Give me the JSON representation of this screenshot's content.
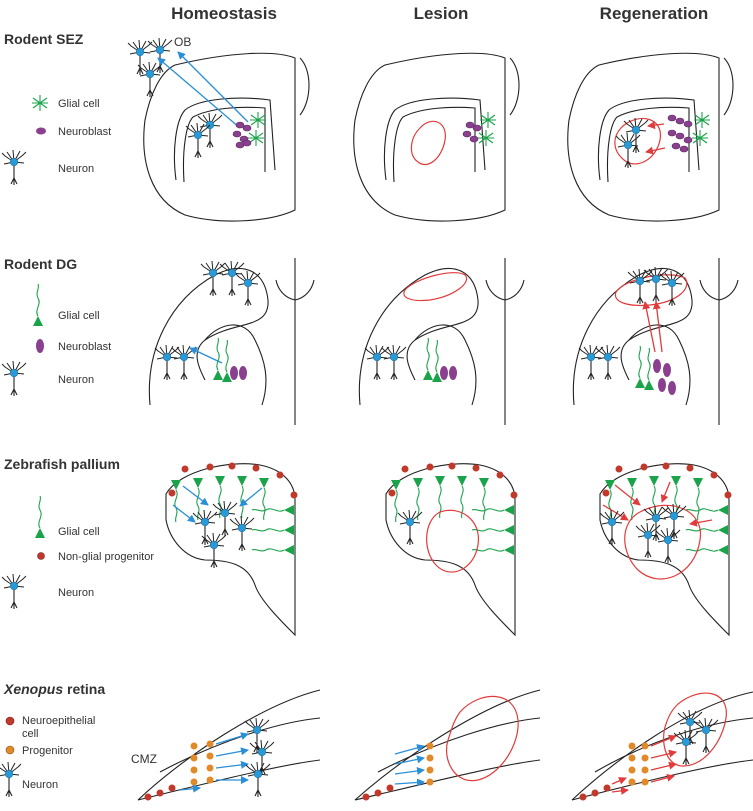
{
  "columns": [
    "Homeostasis",
    "Lesion",
    "Regeneration"
  ],
  "rows": [
    {
      "title": "Rodent SEZ",
      "legend": [
        "Glial cell",
        "Neuroblast",
        "Neuron"
      ],
      "annotation": "OB"
    },
    {
      "title": "Rodent DG",
      "legend": [
        "Glial cell",
        "Neuroblast",
        "Neuron"
      ]
    },
    {
      "title": "Zebrafish pallium",
      "legend": [
        "Glial cell",
        "Non-glial progenitor",
        "Neuron"
      ]
    },
    {
      "title_italic": "Xenopus",
      "title_rest": " retina",
      "legend": [
        "Neuroepithelial",
        "cell",
        "Progenitor",
        "Neuron"
      ],
      "annotation": "CMZ"
    }
  ],
  "colors": {
    "glia": "#1aa34a",
    "neuroblast": "#8a3f8f",
    "neuron_body": "#2a9ad6",
    "progenitor_red": "#c0392b",
    "progenitor_orange": "#e08a2a",
    "arrow_blue": "#2a8fd6",
    "arrow_red": "#e03c3c",
    "lesion": "#e03c3c"
  },
  "icons": [
    "glial-cell-icon",
    "neuroblast-icon",
    "neuron-icon",
    "progenitor-icon",
    "neuroepithelial-icon"
  ]
}
